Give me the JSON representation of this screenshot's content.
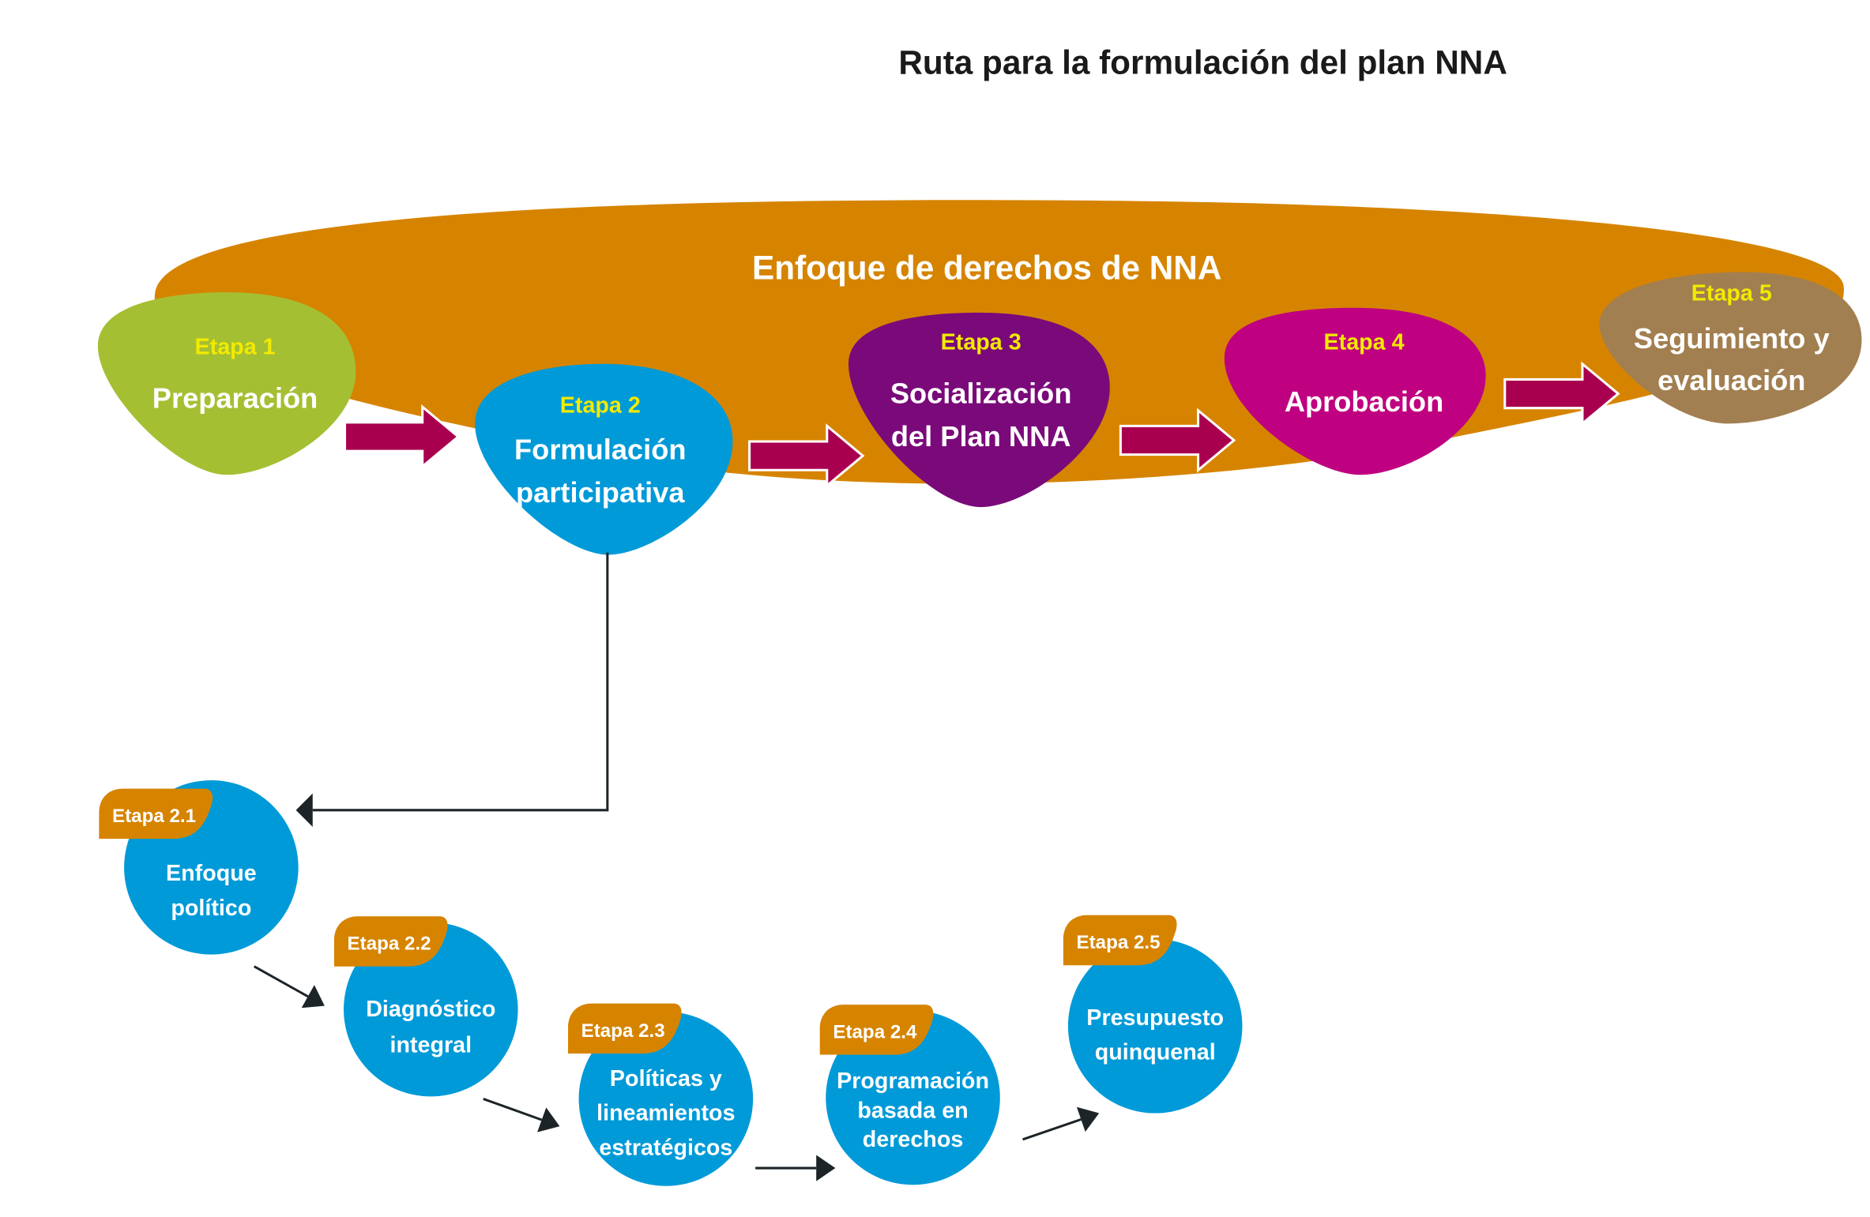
{
  "title": "Ruta para la formulación del plan NNA",
  "banner": "Enfoque de derechos de NNA",
  "colors": {
    "banner": "#d68400",
    "arrow": "#a8004f",
    "stage1": "#a5bf33",
    "stage2": "#009ad8",
    "stage3": "#7a0a7a",
    "stage4": "#bf0080",
    "stage5": "#a27f50",
    "etapa_label": "#f2ea00",
    "tag": "#d68400",
    "connector": "#1c2428"
  },
  "stages": [
    {
      "etapa": "Etapa 1",
      "lines": [
        "Preparación"
      ]
    },
    {
      "etapa": "Etapa 2",
      "lines": [
        "Formulación",
        "participativa"
      ]
    },
    {
      "etapa": "Etapa 3",
      "lines": [
        "Socialización",
        "del Plan NNA"
      ]
    },
    {
      "etapa": "Etapa 4",
      "lines": [
        "Aprobación"
      ]
    },
    {
      "etapa": "Etapa 5",
      "lines": [
        "Seguimiento y",
        "evaluación"
      ]
    }
  ],
  "substages": [
    {
      "etapa": "Etapa 2.1",
      "lines": [
        "Enfoque",
        "político"
      ]
    },
    {
      "etapa": "Etapa 2.2",
      "lines": [
        "Diagnóstico",
        "integral"
      ]
    },
    {
      "etapa": "Etapa 2.3",
      "lines": [
        "Políticas y",
        "lineamientos",
        "estratégicos"
      ]
    },
    {
      "etapa": "Etapa 2.4",
      "lines": [
        "Programación",
        "basada en",
        "derechos"
      ]
    },
    {
      "etapa": "Etapa 2.5",
      "lines": [
        "Presupuesto",
        "quinquenal"
      ]
    }
  ]
}
